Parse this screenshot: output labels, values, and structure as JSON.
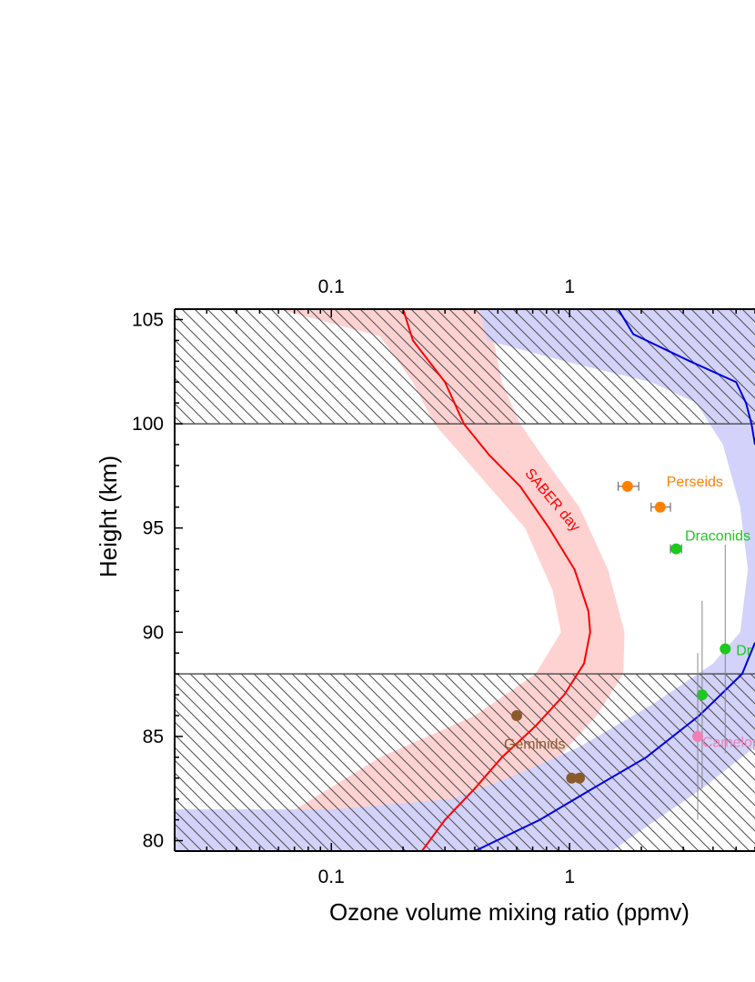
{
  "chart_data": {
    "type": "scatter",
    "xlabel": "Ozone volume mixing ratio (ppmv)",
    "ylabel": "Height (km)",
    "xscale": "log",
    "xlim": [
      0.022,
      6.0
    ],
    "ylim": [
      79.5,
      105.5
    ],
    "x_ticks": [
      0.1,
      1
    ],
    "x_tick_labels": [
      "0.1",
      "1"
    ],
    "y_ticks": [
      80,
      85,
      90,
      95,
      100,
      105
    ],
    "y_tick_labels": [
      "80",
      "85",
      "90",
      "95",
      "100",
      "105"
    ],
    "top_x_tick_labels": [
      "0.1",
      "1"
    ],
    "hatched_regions": [
      {
        "from_km": 100,
        "to_km": 105.5
      },
      {
        "from_km": 79.5,
        "to_km": 88
      }
    ],
    "colors": {
      "saber": "#ff0000",
      "saber_band": "#ffd2d2",
      "blue_line": "#0000dd",
      "blue_band": "#d2d2fa",
      "perseids": "#ff8000",
      "draconids": "#1ec81e",
      "geminids": "#8b5a2b",
      "camelopardalids": "#f080b4",
      "hatch": "#555555"
    },
    "series": [
      {
        "name": "SABER day",
        "kind": "line",
        "color": "#ff0000",
        "points": [
          {
            "x": 0.2,
            "y": 105.5
          },
          {
            "x": 0.22,
            "y": 104
          },
          {
            "x": 0.3,
            "y": 102
          },
          {
            "x": 0.36,
            "y": 100
          },
          {
            "x": 0.46,
            "y": 98.5
          },
          {
            "x": 0.62,
            "y": 97
          },
          {
            "x": 0.82,
            "y": 95
          },
          {
            "x": 1.05,
            "y": 93
          },
          {
            "x": 1.2,
            "y": 91
          },
          {
            "x": 1.22,
            "y": 90
          },
          {
            "x": 1.15,
            "y": 88.5
          },
          {
            "x": 0.95,
            "y": 87
          },
          {
            "x": 0.72,
            "y": 85.5
          },
          {
            "x": 0.52,
            "y": 84
          },
          {
            "x": 0.4,
            "y": 82.5
          },
          {
            "x": 0.3,
            "y": 81
          },
          {
            "x": 0.24,
            "y": 79.5
          }
        ]
      },
      {
        "name": "",
        "kind": "band",
        "color": "#ffd2d2",
        "lower": [
          {
            "x": 0.06,
            "y": 105.5
          },
          {
            "x": 0.16,
            "y": 104.2
          },
          {
            "x": 0.22,
            "y": 102
          },
          {
            "x": 0.27,
            "y": 100
          },
          {
            "x": 0.42,
            "y": 97.5
          },
          {
            "x": 0.65,
            "y": 95
          },
          {
            "x": 0.85,
            "y": 92
          },
          {
            "x": 0.92,
            "y": 90
          },
          {
            "x": 0.72,
            "y": 88
          },
          {
            "x": 0.4,
            "y": 86
          },
          {
            "x": 0.16,
            "y": 84
          },
          {
            "x": 0.06,
            "y": 81
          },
          {
            "x": 0.045,
            "y": 79.5
          }
        ],
        "upper": [
          {
            "x": 0.55,
            "y": 105.5
          },
          {
            "x": 0.48,
            "y": 104
          },
          {
            "x": 0.52,
            "y": 102
          },
          {
            "x": 0.62,
            "y": 100
          },
          {
            "x": 0.82,
            "y": 98
          },
          {
            "x": 1.1,
            "y": 96
          },
          {
            "x": 1.45,
            "y": 93
          },
          {
            "x": 1.7,
            "y": 90
          },
          {
            "x": 1.68,
            "y": 88
          },
          {
            "x": 1.3,
            "y": 86
          },
          {
            "x": 0.9,
            "y": 84
          },
          {
            "x": 0.62,
            "y": 82
          },
          {
            "x": 0.45,
            "y": 79.5
          }
        ]
      },
      {
        "name": "",
        "kind": "line",
        "color": "#0000dd",
        "points": [
          {
            "x": 1.6,
            "y": 105.5
          },
          {
            "x": 1.85,
            "y": 104.3
          },
          {
            "x": 3.2,
            "y": 103
          },
          {
            "x": 5.0,
            "y": 102
          },
          {
            "x": 5.5,
            "y": 101
          },
          {
            "x": 5.8,
            "y": 100
          },
          {
            "x": 6.0,
            "y": 99
          }
        ],
        "points_lower": [
          {
            "x": 6.0,
            "y": 89.5
          },
          {
            "x": 5.3,
            "y": 88
          },
          {
            "x": 3.5,
            "y": 86
          },
          {
            "x": 2.1,
            "y": 84
          },
          {
            "x": 1.25,
            "y": 82.5
          },
          {
            "x": 0.75,
            "y": 81
          },
          {
            "x": 0.4,
            "y": 79.5
          }
        ]
      },
      {
        "name": "",
        "kind": "band",
        "color": "#d2d2fa",
        "lower": [
          {
            "x": 0.42,
            "y": 105.5
          },
          {
            "x": 0.45,
            "y": 104
          },
          {
            "x": 0.95,
            "y": 103
          },
          {
            "x": 2.2,
            "y": 102
          },
          {
            "x": 3.4,
            "y": 101
          },
          {
            "x": 4.4,
            "y": 99
          },
          {
            "x": 5.2,
            "y": 96
          },
          {
            "x": 5.6,
            "y": 93
          },
          {
            "x": 5.2,
            "y": 90
          },
          {
            "x": 4.0,
            "y": 88.5
          },
          {
            "x": 2.2,
            "y": 86.5
          },
          {
            "x": 1.1,
            "y": 84.5
          },
          {
            "x": 0.55,
            "y": 83
          },
          {
            "x": 0.32,
            "y": 82
          },
          {
            "x": 0.1,
            "y": 81.5
          },
          {
            "x": 0.022,
            "y": 81.5
          }
        ],
        "upper": [
          {
            "x": 6.0,
            "y": 105.5
          },
          {
            "x": 6.0,
            "y": 84.5
          },
          {
            "x": 3.6,
            "y": 82.5
          },
          {
            "x": 2.0,
            "y": 80.5
          },
          {
            "x": 1.5,
            "y": 79.5
          },
          {
            "x": 0.022,
            "y": 79.5
          }
        ]
      }
    ],
    "points": [
      {
        "group": "Perseids",
        "x": 1.75,
        "y": 97,
        "xerr": [
          0.15,
          0.2
        ],
        "color": "#ff8000"
      },
      {
        "group": "Perseids",
        "x": 2.4,
        "y": 96,
        "xerr": [
          0.2,
          0.25
        ],
        "color": "#ff8000"
      },
      {
        "group": "Draconids",
        "x": 2.8,
        "y": 94,
        "xerr": [
          0.15,
          0.15
        ],
        "color": "#1ec81e"
      },
      {
        "group": "Draconids",
        "x": 4.5,
        "y": 89.2,
        "yerr": [
          5.0,
          5.0
        ],
        "color": "#1ec81e"
      },
      {
        "group": "Draconids",
        "x": 3.6,
        "y": 87,
        "yerr": [
          4.5,
          4.5
        ],
        "color": "#1ec81e"
      },
      {
        "group": "Camelopardalids",
        "x": 3.45,
        "y": 85,
        "yerr": [
          4.0,
          4.0
        ],
        "color": "#f080b4"
      },
      {
        "group": "Geminids",
        "x": 0.6,
        "y": 86,
        "color": "#8b5a2b"
      },
      {
        "group": "Geminids",
        "x": 1.02,
        "y": 83,
        "color": "#8b5a2b"
      },
      {
        "group": "Geminids",
        "x": 1.1,
        "y": 83,
        "color": "#8b5a2b"
      }
    ],
    "annotations": [
      {
        "text": "SABER day",
        "color": "#ff0000",
        "x": 0.82,
        "y": 96.2
      },
      {
        "text": "Perseids",
        "color": "#ff8000",
        "x": 2.55,
        "y": 97
      },
      {
        "text": "Draconids",
        "color": "#1ec81e",
        "x": 3.05,
        "y": 94.4
      },
      {
        "text": "Dr",
        "color": "#1ec81e",
        "x": 5.0,
        "y": 88.9
      },
      {
        "text": "Geminids",
        "color": "#8b5a2b",
        "x": 0.53,
        "y": 84.4
      },
      {
        "text": "Camelop",
        "color": "#f080b4",
        "x": 3.6,
        "y": 84.5
      }
    ]
  }
}
